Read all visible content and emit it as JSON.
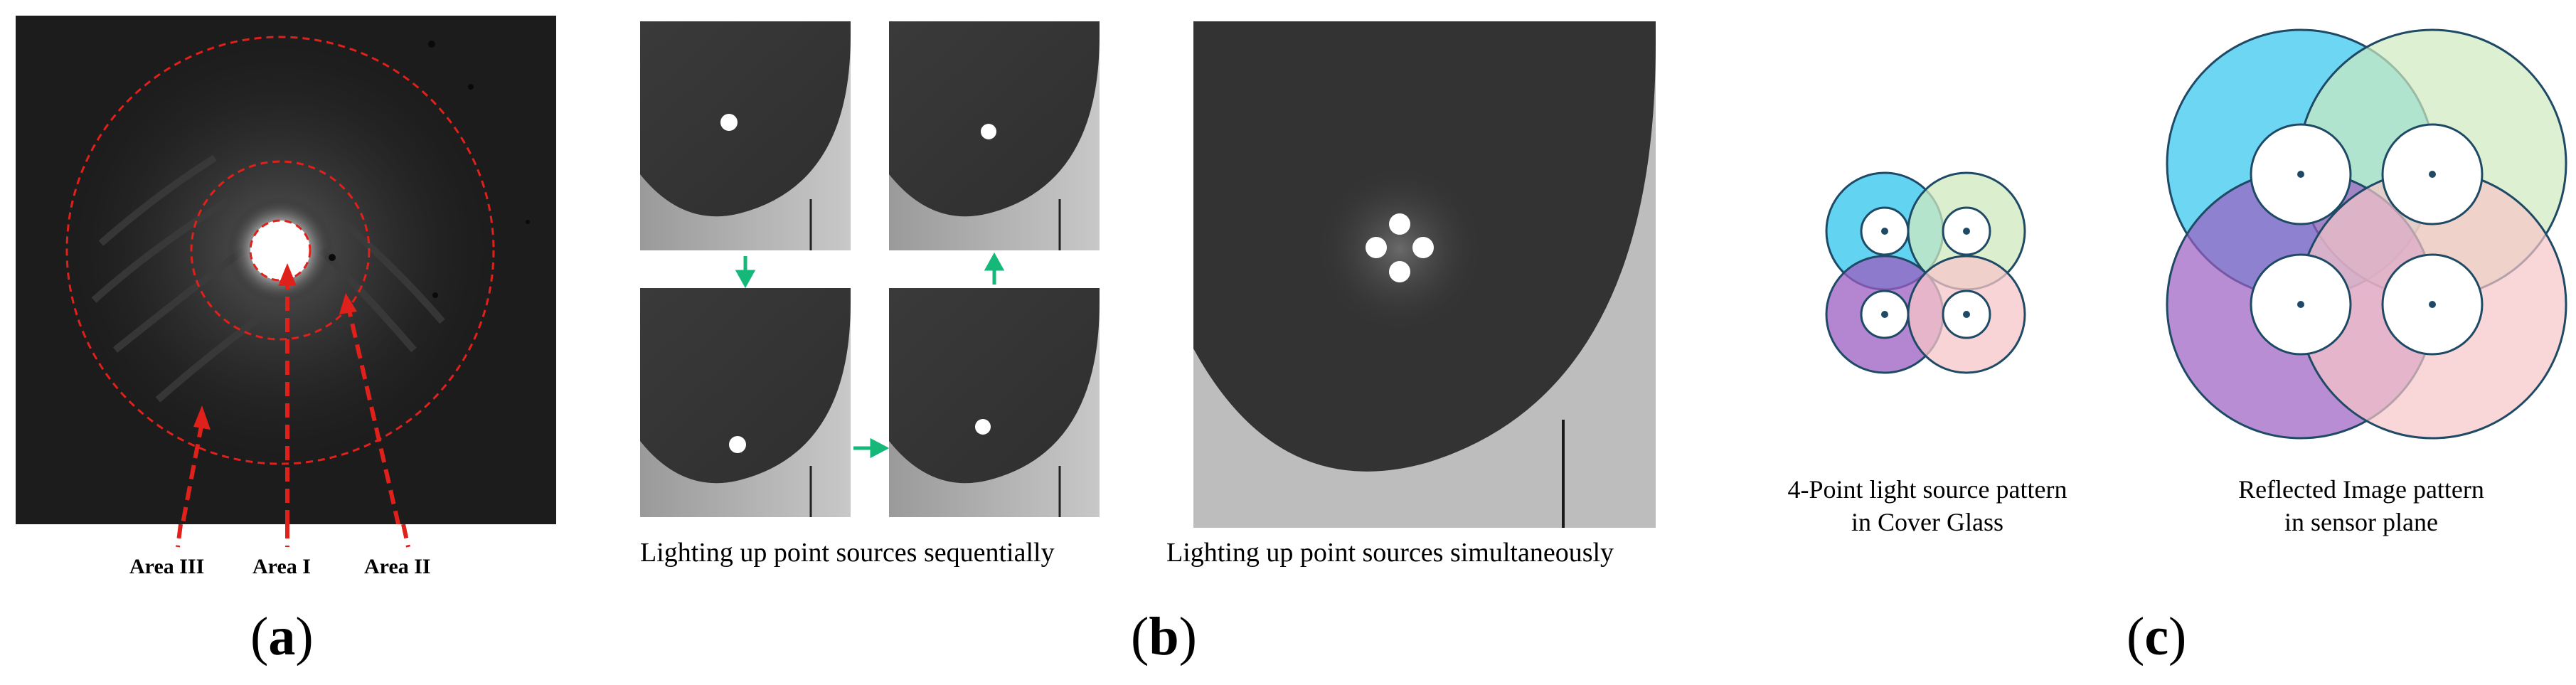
{
  "panel_a": {
    "letter": "a",
    "area_labels": [
      "Area III",
      "Area I",
      "Area II"
    ]
  },
  "panel_b": {
    "letter": "b",
    "sequential_caption": "Lighting up point sources sequentially",
    "simultaneous_caption": "Lighting up point sources simultaneously"
  },
  "panel_c": {
    "letter": "c",
    "left_caption_line1": "4-Point light source pattern",
    "left_caption_line2": "in Cover Glass",
    "right_caption_line1": "Reflected Image pattern",
    "right_caption_line2": "in sensor plane"
  },
  "colors": {
    "dashed_red": "#e0201a",
    "arrow_green": "#16b87a",
    "circle_blue": "#2fc4ee",
    "circle_green": "#cfe9bf",
    "circle_purple": "#9b5cc0",
    "circle_pink": "#f7c6c8",
    "outline": "#1f4a66"
  }
}
